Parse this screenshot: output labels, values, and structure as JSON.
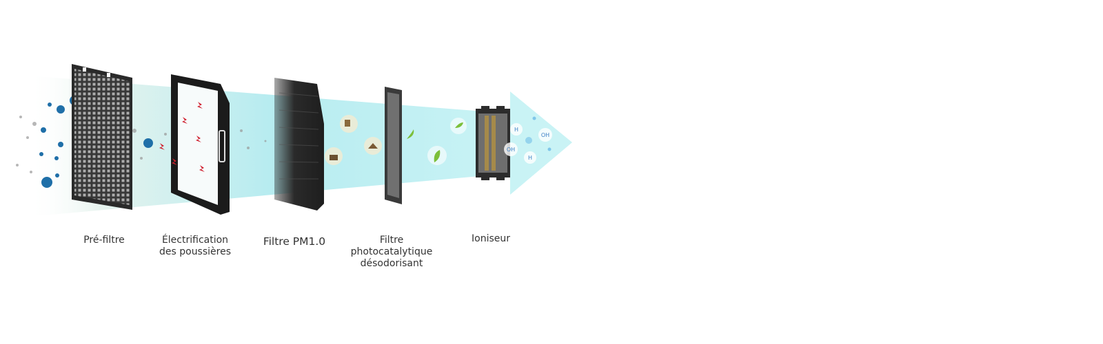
{
  "stages": [
    {
      "id": "pre-filter",
      "lines": [
        "Pré-filtre"
      ]
    },
    {
      "id": "dust-electrification",
      "lines": [
        "Électrification",
        "des poussières"
      ]
    },
    {
      "id": "pm10-filter",
      "lines": [
        "Filtre PM1.0"
      ]
    },
    {
      "id": "photocatalytic-filter",
      "lines": [
        "Filtre",
        "photocatalytique",
        "désodorisant"
      ]
    },
    {
      "id": "ionizer",
      "lines": [
        "Ioniseur"
      ]
    }
  ],
  "molecules": [
    "H",
    "OH",
    "OH",
    "H"
  ],
  "colors": {
    "airflow": "#bdeef2",
    "arrow": "#c9f1f4",
    "filter_dark": "#2a2a2a",
    "spark": "#d0202f",
    "particle": "#1f6fa8",
    "leaf": "#7cbf3a",
    "label": "#333333"
  }
}
